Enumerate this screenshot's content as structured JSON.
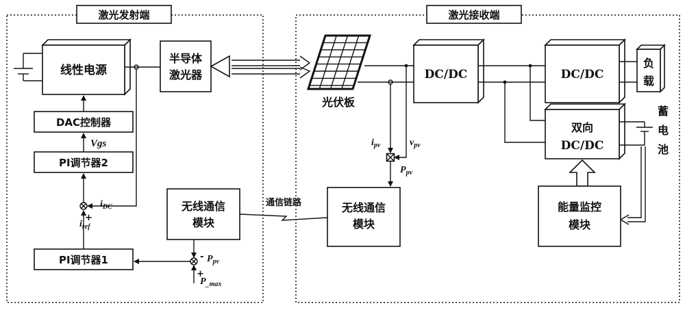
{
  "regions": {
    "transmitter": "激光发射端",
    "receiver": "激光接收端"
  },
  "blocks": {
    "linear_power": "线性电源",
    "dac_controller": "DAC控制器",
    "pi_regulator_2": "PI调节器2",
    "pi_regulator_1": "PI调节器1",
    "laser_line1": "半导体",
    "laser_line2": "激光器",
    "wireless_tx_line1": "无线通信",
    "wireless_tx_line2": "模块",
    "wireless_rx_line1": "无线通信",
    "wireless_rx_line2": "模块",
    "pv_panel": "光伏板",
    "dcdc_1": "DC/DC",
    "dcdc_2": "DC/DC",
    "bidir_line1": "双向",
    "bidir_line2": "DC/DC",
    "energy_line1": "能量监控",
    "energy_line2": "模块",
    "load_line1": "负",
    "load_line2": "载",
    "battery_c1": "蓄",
    "battery_c2": "电",
    "battery_c3": "池"
  },
  "labels": {
    "comm_link": "通信链路",
    "vgs": "Vgs",
    "i_dc_main": "i",
    "i_dc_sub": "DC",
    "i_ref_main": "i",
    "i_ref_sub": "ref",
    "i_pv_main": "i",
    "i_pv_sub": "pv",
    "v_pv_main": "v",
    "v_pv_sub": "pv",
    "p_pv_main": "P",
    "p_pv_sub": "pv",
    "p_pv2_main": "P",
    "p_pv2_sub": "pv",
    "p_max_main": "P",
    "p_max_sub": "_max",
    "plus": "+",
    "minus": "-"
  }
}
